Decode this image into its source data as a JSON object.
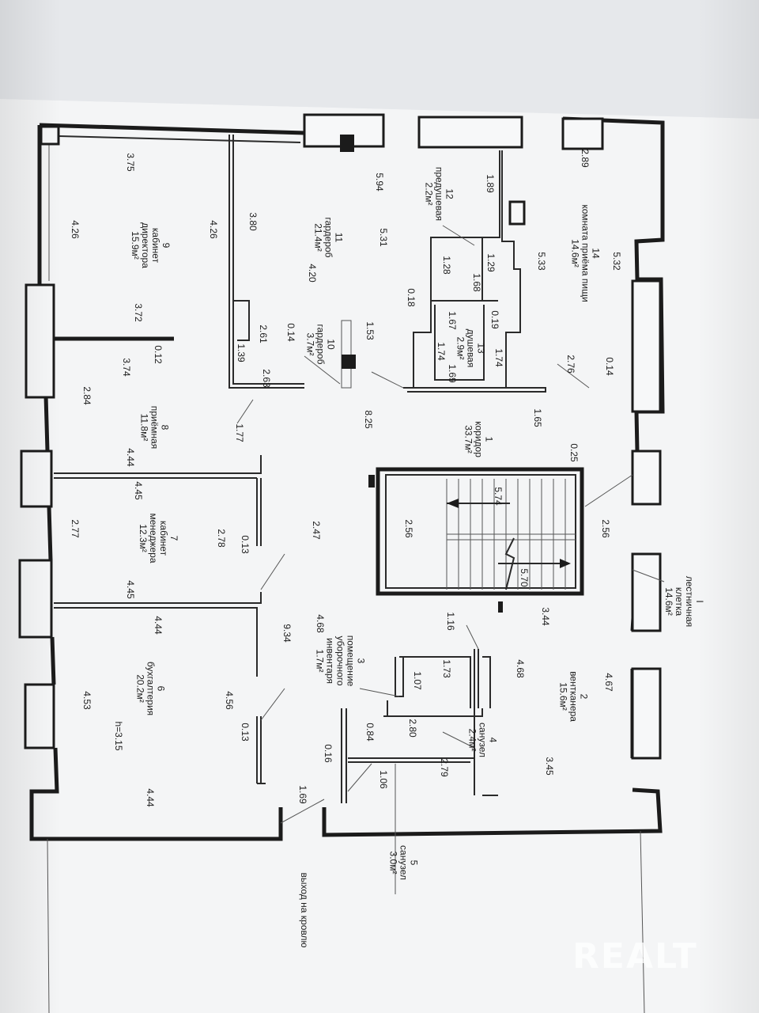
{
  "rooms": [
    {
      "id": "room-9",
      "text": "9\nкабинет\nдиректора\n15.9м²"
    },
    {
      "id": "room-8",
      "text": "8\nприёмная\n11.8м²"
    },
    {
      "id": "room-7",
      "text": "7\nкабинет\nменеджера\n12.3м²"
    },
    {
      "id": "room-6",
      "text": "6\nбухгалтерия\n20.2м²"
    },
    {
      "id": "room-11",
      "text": "11\nгардероб\n21.4м²"
    },
    {
      "id": "room-10",
      "text": "10\nгардероб\n3.7м²"
    },
    {
      "id": "room-12",
      "text": "12\nпредушевая\n2.2м²"
    },
    {
      "id": "room-13",
      "text": "13\nдушевая\n2.9м²"
    },
    {
      "id": "room-14",
      "text": "14\nкомната приёма пищи\n14.6м²"
    },
    {
      "id": "room-1",
      "text": "1\nкоридор\n33.7м²"
    },
    {
      "id": "room-stair",
      "text": "I\nлестничная\nклетка\n14.6м²"
    },
    {
      "id": "room-2",
      "text": "2\nвентканера\n15.6м²"
    },
    {
      "id": "room-3",
      "text": "3\nпомещение\nуборочного\nинвентаря\n1.7м²"
    },
    {
      "id": "room-4",
      "text": "4\nсанузел\n2.4м²"
    },
    {
      "id": "room-5",
      "text": "5\nсанузел\n3.0м²"
    }
  ],
  "notes": {
    "height": "h=3.15",
    "roof_exit": "выход на кровлю"
  },
  "dimensions": [
    "3.75",
    "4.26",
    "4.26",
    "3.72",
    "3.74",
    "0.12",
    "2.84",
    "4.44",
    "4.45",
    "2.77",
    "2.78",
    "0.13",
    "4.45",
    "4.44",
    "4.53",
    "4.56",
    "0.13",
    "4.44",
    "3.80",
    "5.94",
    "5.31",
    "4.20",
    "2.61",
    "0.14",
    "1.39",
    "2.63",
    "1.53",
    "1.89",
    "1.29",
    "1.28",
    "1.68",
    "0.18",
    "1.67",
    "0.19",
    "1.74",
    "1.74",
    "1.69",
    "2.89",
    "5.33",
    "5.32",
    "2.76",
    "0.14",
    "1.65",
    "8.25",
    "1.77",
    "0.25",
    "2.47",
    "5.74",
    "2.56",
    "2.56",
    "5.70",
    "9.34",
    "4.68",
    "3.44",
    "1.16",
    "1.73",
    "1.07",
    "4.68",
    "4.67",
    "2.80",
    "0.84",
    "0.16",
    "2.79",
    "1.06",
    "3.45",
    "1.69"
  ],
  "watermark": "REALT",
  "colors": {
    "paper": "#f5f6f7",
    "wall": "#1b1b1b",
    "background": "#e9ebee"
  }
}
